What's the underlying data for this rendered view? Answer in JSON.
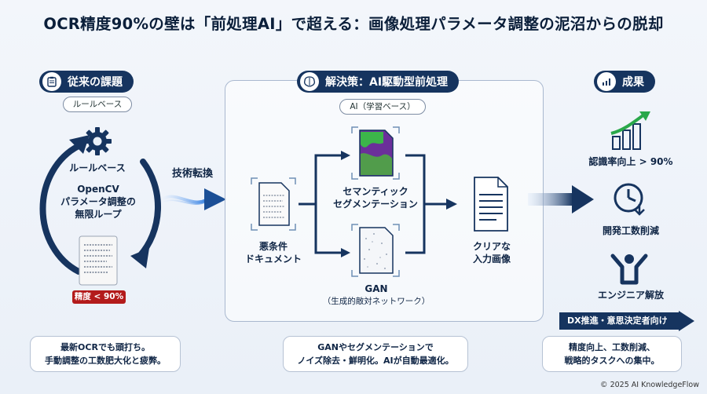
{
  "title": "OCR精度90%の壁は「前処理AI」で超える：画像処理パラメータ調整の泥沼からの脱却",
  "left": {
    "pill": "従来の課題",
    "tag": "ルールベース",
    "gear_label": "ルールベース",
    "loop_text": [
      "OpenCV",
      "パラメータ調整の",
      "無限ループ"
    ],
    "accuracy_badge": "精度 < 90%",
    "note": [
      "最新OCRでも頭打ち。",
      "手動調整の工数肥大化と疲弊。"
    ]
  },
  "arrow_label": "技術転換",
  "middle": {
    "pill": "解決策：AI駆動型前処理",
    "tag": "AI（学習ベース）",
    "input_doc": [
      "悪条件",
      "ドキュメント"
    ],
    "segmentation": [
      "セマンティック",
      "セグメンテーション"
    ],
    "gan": [
      "GAN",
      "（生成的敵対ネットワーク）"
    ],
    "output_doc": [
      "クリアな",
      "入力画像"
    ],
    "note": [
      "GANやセグメンテーションで",
      "ノイズ除去・鮮明化。AIが自動最適化。"
    ]
  },
  "right": {
    "pill": "成果",
    "result1": "認識率向上 > 90%",
    "result2": "開発工数削減",
    "result3": "エンジニア解放",
    "banner": "DX推進・意思決定者向け",
    "note": [
      "精度向上、工数削減、",
      "戦略的タスクへの集中。"
    ]
  },
  "footer": "© 2025 AI KnowledgeFlow",
  "colors": {
    "navy": "#16345f",
    "accent_green": "#2aa84a",
    "alert_red": "#b31b1b"
  }
}
